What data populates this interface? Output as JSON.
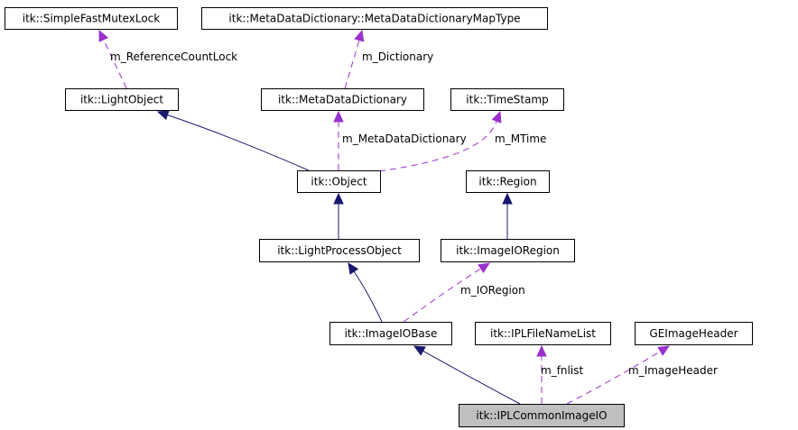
{
  "nodes": [
    {
      "id": "simplefastmutexlock",
      "label": "itk::SimpleFastMutexLock",
      "highlight": false
    },
    {
      "id": "metadatadictionarymaptype",
      "label": "itk::MetaDataDictionary::MetaDataDictionaryMapType",
      "highlight": false
    },
    {
      "id": "lightobject",
      "label": "itk::LightObject",
      "highlight": false
    },
    {
      "id": "metadatadictionary",
      "label": "itk::MetaDataDictionary",
      "highlight": false
    },
    {
      "id": "timestamp",
      "label": "itk::TimeStamp",
      "highlight": false
    },
    {
      "id": "object",
      "label": "itk::Object",
      "highlight": false
    },
    {
      "id": "region",
      "label": "itk::Region",
      "highlight": false
    },
    {
      "id": "lightprocessobject",
      "label": "itk::LightProcessObject",
      "highlight": false
    },
    {
      "id": "imageioregion",
      "label": "itk::ImageIORegion",
      "highlight": false
    },
    {
      "id": "imageiobase",
      "label": "itk::ImageIOBase",
      "highlight": false
    },
    {
      "id": "iplfilenamelist",
      "label": "itk::IPLFileNameList",
      "highlight": false
    },
    {
      "id": "geimageheader",
      "label": "GEImageHeader",
      "highlight": false
    },
    {
      "id": "iplcommonimageio",
      "label": "itk::IPLCommonImageIO",
      "highlight": true
    }
  ],
  "edges": [
    {
      "id": "e1",
      "from": "simplefastmutexlock",
      "to": "lightobject",
      "kind": "member",
      "label": "m_ReferenceCountLock"
    },
    {
      "id": "e2",
      "from": "metadatadictionarymaptype",
      "to": "metadatadictionary",
      "kind": "member",
      "label": "m_Dictionary"
    },
    {
      "id": "e3",
      "from": "lightobject",
      "to": "object",
      "kind": "inherit",
      "label": ""
    },
    {
      "id": "e4",
      "from": "metadatadictionary",
      "to": "object",
      "kind": "member",
      "label": "m_MetaDataDictionary"
    },
    {
      "id": "e5",
      "from": "timestamp",
      "to": "object",
      "kind": "member",
      "label": "m_MTime"
    },
    {
      "id": "e6",
      "from": "object",
      "to": "lightprocessobject",
      "kind": "inherit",
      "label": ""
    },
    {
      "id": "e7",
      "from": "region",
      "to": "imageioregion",
      "kind": "inherit",
      "label": ""
    },
    {
      "id": "e8",
      "from": "lightprocessobject",
      "to": "imageiobase",
      "kind": "inherit",
      "label": ""
    },
    {
      "id": "e9",
      "from": "imageioregion",
      "to": "imageiobase",
      "kind": "member",
      "label": "m_IORegion"
    },
    {
      "id": "e10",
      "from": "imageiobase",
      "to": "iplcommonimageio",
      "kind": "inherit",
      "label": ""
    },
    {
      "id": "e11",
      "from": "iplfilenamelist",
      "to": "iplcommonimageio",
      "kind": "member",
      "label": "m_fnlist"
    },
    {
      "id": "e12",
      "from": "geimageheader",
      "to": "iplcommonimageio",
      "kind": "member",
      "label": "m_ImageHeader"
    }
  ],
  "colors": {
    "inherit": "#191970",
    "member": "#9a32cd",
    "highlight_fill": "#bfbfbf"
  }
}
